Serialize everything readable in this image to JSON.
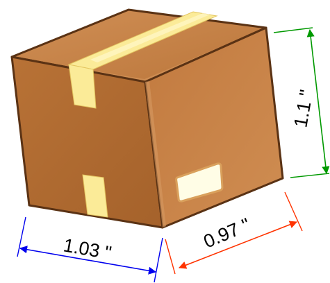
{
  "colors": {
    "box_outline": "#5a3214",
    "box_top": "#c47f45",
    "box_front": "#b06a30",
    "box_right": "#c37b40",
    "tape": "#fbeb98",
    "label": "#fffde6",
    "width_dimension": "#0000ee",
    "depth_dimension": "#ff3300",
    "height_dimension": "#009900"
  },
  "dimensions": {
    "width": "1.03 \"",
    "depth": "0.97 \"",
    "height": "1.1 \""
  }
}
